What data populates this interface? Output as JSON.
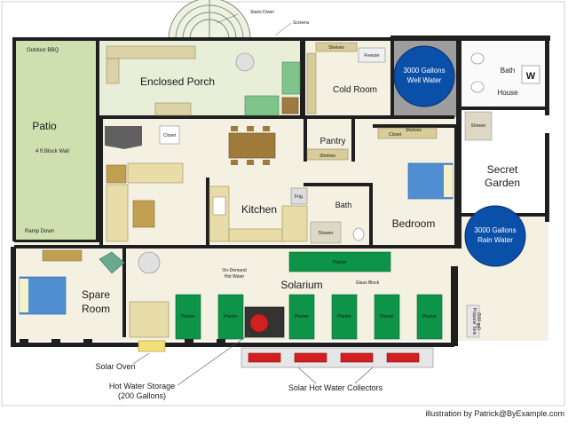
{
  "rooms": {
    "patio": "Patio",
    "enclosed_porch": "Enclosed Porch",
    "cold_room": "Cold Room",
    "pantry": "Pantry",
    "kitchen": "Kitchen",
    "bath": "Bath",
    "bedroom": "Bedroom",
    "secret_garden_1": "Secret",
    "secret_garden_2": "Garden",
    "bath_house_1": "Bath",
    "bath_house_2": "House",
    "spare_room_1": "Spare",
    "spare_room_2": "Room",
    "solarium": "Solarium"
  },
  "small_labels": {
    "outdoor_bbq": "Outdoor BBQ",
    "block_wall": "4 ft Block Wall",
    "ramp_down": "Ramp Down",
    "stairs_down": "Stairs Down",
    "screens": "Screens",
    "shelves_cold": "Shelves",
    "freezer": "Freezer",
    "closet_left": "Closet",
    "shelves_pantry": "Shelves",
    "closet_right": "Closet",
    "shelves_right": "Shelves",
    "shower_house": "Shower",
    "shower_bath": "Shower",
    "fridge": "Frig.",
    "planter_long": "Planter",
    "glass_block": "Glass Block",
    "on_demand_1": "On-Demand",
    "on_demand_2": "Hot Water",
    "propane_1": "Propane Tank",
    "propane_2": "(500 gal)",
    "w_mark": "W"
  },
  "planters": [
    "Planter",
    "Planter",
    "Planter",
    "Planter",
    "Planter",
    "Planter"
  ],
  "tanks": {
    "well_1": "3000 Gallons",
    "well_2": "Well Water",
    "rain_1": "3000 Gallons",
    "rain_2": "Rain Water"
  },
  "callouts": {
    "solar_oven": "Solar Oven",
    "hot_water_storage_1": "Hot Water Storage",
    "hot_water_storage_2": "(200 Gallons)",
    "solar_collectors": "Solar Hot Water Collectors"
  },
  "credit": "illustration by Patrick@ByExample.com",
  "colors": {
    "wall": "#1f1f1f",
    "patio_green": "#cfe0b0",
    "floor_beige": "#f4f0e2",
    "tank_blue": "#0a4fa8",
    "planter_green": "#0d9448",
    "bed_blue": "#4f8ed0",
    "collector_red": "#d22020"
  }
}
